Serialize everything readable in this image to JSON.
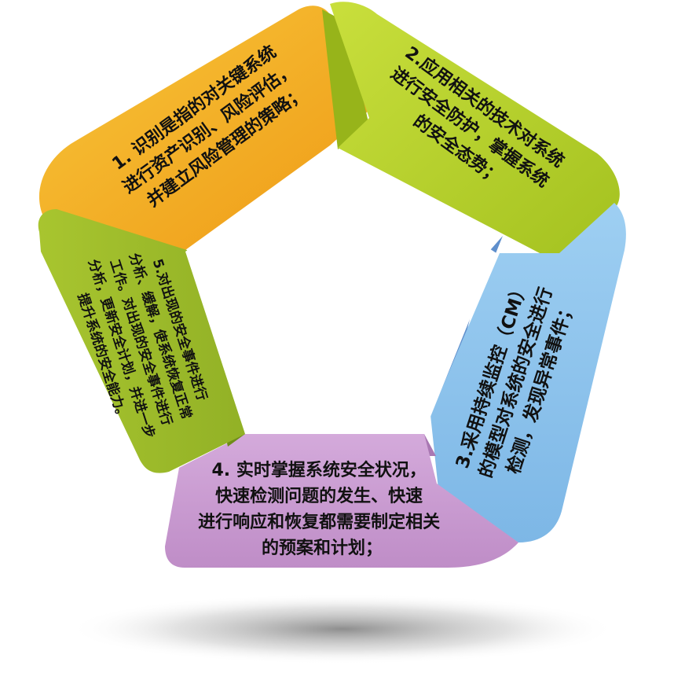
{
  "segments": [
    {
      "id": "seg1",
      "color": "#f2a41c",
      "lines": [
        "1. 识别是指的对关键系统",
        "进行资产识别、风险评估，",
        "并建立风险管理的策略；"
      ]
    },
    {
      "id": "seg2",
      "color": "#b7d02a",
      "lines": [
        "2.应用相关的技术对系统",
        "进行安全防护，掌握系统",
        "的安全态势；"
      ]
    },
    {
      "id": "seg3",
      "color": "#8dc4ea",
      "lines": [
        "3.采用持续监控（CM）",
        "的模型对系统的安全进行",
        "检测，发现异常事件；"
      ]
    },
    {
      "id": "seg4",
      "color": "#c99bd0",
      "lines": [
        "4. 实时掌握系统安全状况，",
        "快速检测问题的发生、快速",
        "进行响应和恢复都需要制定相关",
        "的预案和计划；"
      ]
    },
    {
      "id": "seg5",
      "color": "#9fbc2b",
      "lines": [
        "5.对出现的安全事件进行",
        "分析、缓解，使系统恢复正常",
        "工作。对出现的安全事件进行",
        "分析，更新安全计划，并进一步",
        "提升系统的安全能力。"
      ]
    }
  ]
}
